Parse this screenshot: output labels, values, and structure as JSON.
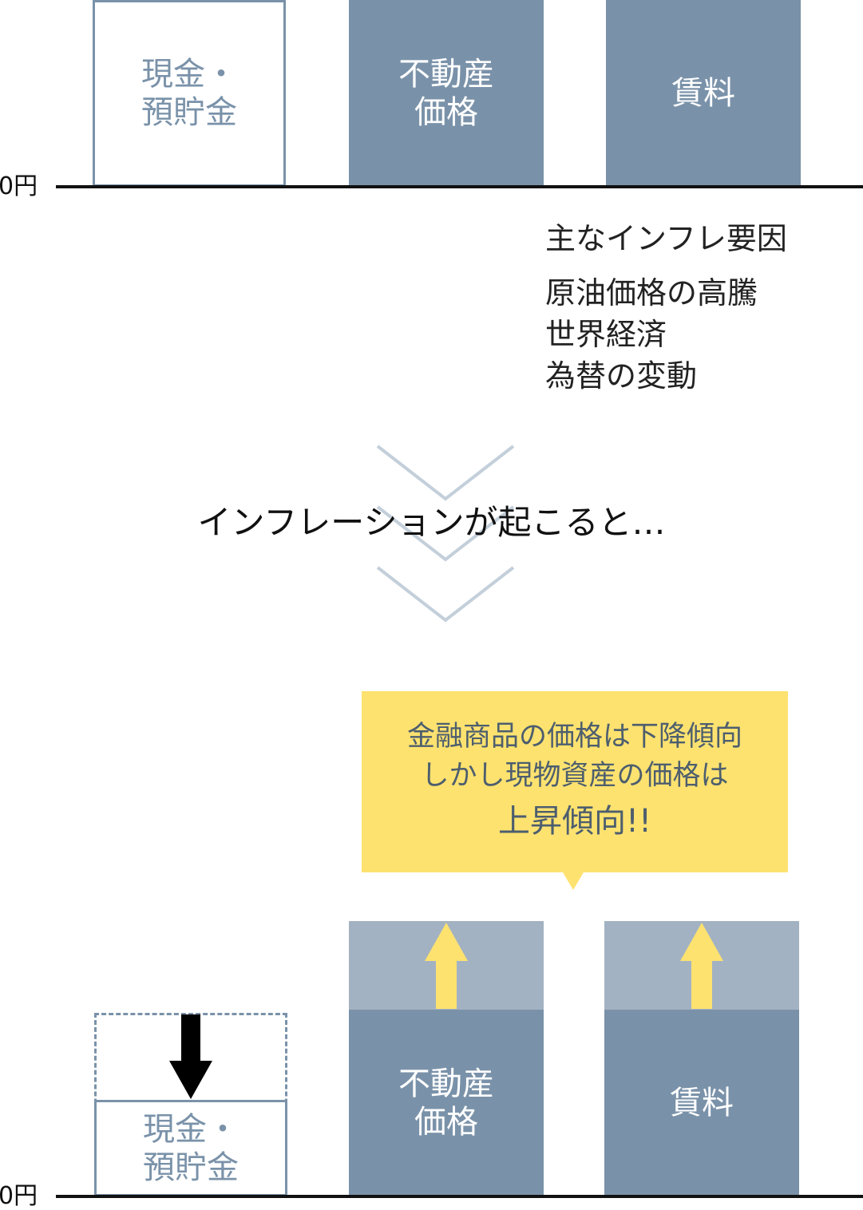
{
  "top_section": {
    "axis_label": "0円",
    "boxes": [
      {
        "line1": "現金・",
        "line2": "預貯金"
      },
      {
        "line1": "不動産",
        "line2": "価格"
      },
      {
        "line1": "賃料",
        "line2": ""
      }
    ]
  },
  "factors": {
    "title": "主なインフレ要因",
    "items": [
      "原油価格の高騰",
      "世界経済",
      "為替の変動"
    ]
  },
  "headline": "インフレーションが起こると…",
  "callout": {
    "line1": "金融商品の価格は下降傾向",
    "line2": "しかし現物資産の価格は",
    "line3": "上昇傾向!!"
  },
  "bottom_section": {
    "axis_label": "0円",
    "boxes": [
      {
        "line1": "現金・",
        "line2": "預貯金"
      },
      {
        "line1": "不動産",
        "line2": "価格"
      },
      {
        "line1": "賃料",
        "line2": ""
      }
    ]
  },
  "colors": {
    "box_blue": "#7a92a9",
    "box_light": "#a3b2c2",
    "callout_yellow": "#fde270",
    "arrow_yellow": "#fde270",
    "chevron": "#c3cfda",
    "text_dark": "#222222"
  }
}
